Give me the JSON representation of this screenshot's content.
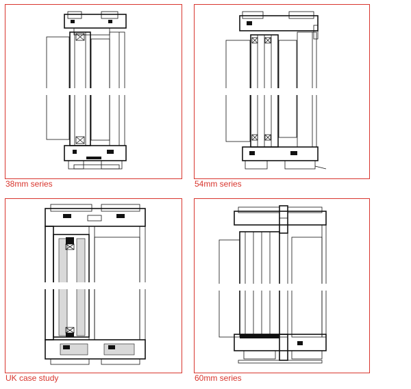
{
  "colors": {
    "frame_border": "#d8342c",
    "caption_text": "#d8342c",
    "drawing": "#111111",
    "glass_fill": "#d9d9d9"
  },
  "panels": [
    {
      "caption": "38mm series"
    },
    {
      "caption": "54mm series"
    },
    {
      "caption": "UK case study"
    },
    {
      "caption": "60mm series"
    }
  ]
}
